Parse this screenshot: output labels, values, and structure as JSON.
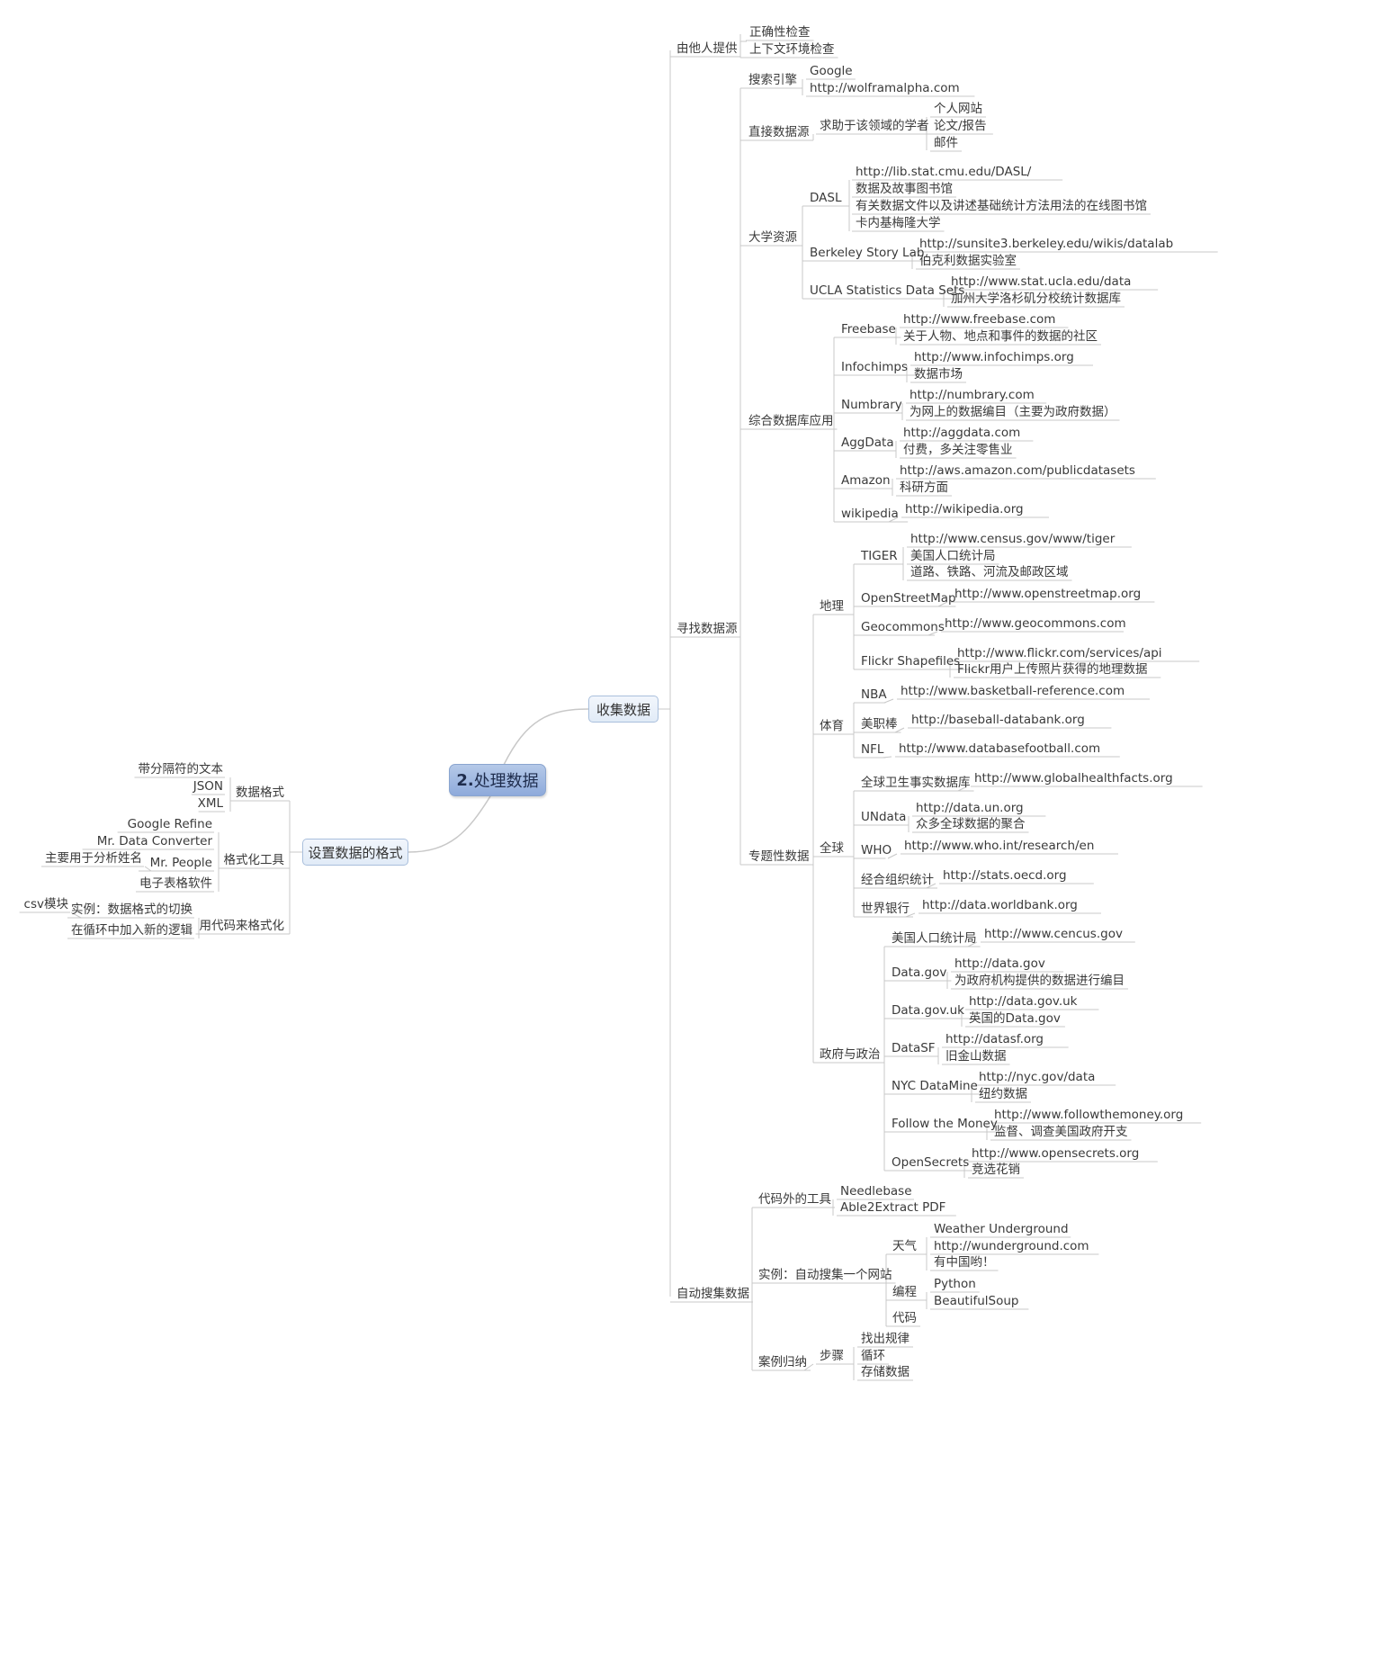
{
  "root": {
    "number": "2.",
    "title": "处理数据"
  },
  "branches": {
    "collect": "收集数据",
    "format": "设置数据的格式"
  },
  "collect": {
    "others": {
      "label": "由他人提供",
      "items": [
        "正确性检查",
        "上下文环境检查"
      ]
    },
    "find": {
      "label": "寻找数据源",
      "search": {
        "label": "搜索引擎",
        "items": [
          "Google",
          "http://wolframalpha.com"
        ]
      },
      "direct": {
        "label": "直接数据源",
        "ask": "求助于该领域的学者",
        "items": [
          "个人网站",
          "论文/报告",
          "邮件"
        ]
      },
      "univ": {
        "label": "大学资源",
        "dasl": {
          "label": "DASL",
          "items": [
            "http://lib.stat.cmu.edu/DASL/",
            "数据及故事图书馆",
            "有关数据文件以及讲述基础统计方法用法的在线图书馆",
            "卡内基梅隆大学"
          ]
        },
        "berkeley": {
          "label": "Berkeley Story Lab",
          "items": [
            "http://sunsite3.berkeley.edu/wikis/datalab",
            "伯克利数据实验室"
          ]
        },
        "ucla": {
          "label": "UCLA Statistics Data Sets",
          "items": [
            "http://www.stat.ucla.edu/data",
            "加州大学洛杉矶分校统计数据库"
          ]
        }
      },
      "general": {
        "label": "综合数据库应用",
        "freebase": {
          "label": "Freebase",
          "items": [
            "http://www.freebase.com",
            "关于人物、地点和事件的数据的社区"
          ]
        },
        "infochimps": {
          "label": "Infochimps",
          "items": [
            "http://www.infochimps.org",
            "数据市场"
          ]
        },
        "numbrary": {
          "label": "Numbrary",
          "items": [
            "http://numbrary.com",
            "为网上的数据编目（主要为政府数据）"
          ]
        },
        "aggdata": {
          "label": "AggData",
          "items": [
            "http://aggdata.com",
            "付费，多关注零售业"
          ]
        },
        "amazon": {
          "label": "Amazon",
          "items": [
            "http://aws.amazon.com/publicdatasets",
            "科研方面"
          ]
        },
        "wikipedia": {
          "label": "wikipedia",
          "items": [
            "http://wikipedia.org"
          ]
        }
      },
      "topic": {
        "label": "专题性数据",
        "geo": {
          "label": "地理",
          "tiger": {
            "label": "TIGER",
            "items": [
              "http://www.census.gov/www/tiger",
              "美国人口统计局",
              "道路、铁路、河流及邮政区域"
            ]
          },
          "osm": {
            "label": "OpenStreetMap",
            "items": [
              "http://www.openstreetmap.org"
            ]
          },
          "geocommons": {
            "label": "Geocommons",
            "items": [
              "http://www.geocommons.com"
            ]
          },
          "flickr": {
            "label": "Flickr Shapefiles",
            "items": [
              "http://www.flickr.com/services/api",
              "Flickr用户上传照片获得的地理数据"
            ]
          }
        },
        "sports": {
          "label": "体育",
          "nba": {
            "label": "NBA",
            "items": [
              "http://www.basketball-reference.com"
            ]
          },
          "mlb": {
            "label": "美职棒",
            "items": [
              "http://baseball-databank.org"
            ]
          },
          "nfl": {
            "label": "NFL",
            "items": [
              "http://www.databasefootball.com"
            ]
          }
        },
        "global": {
          "label": "全球",
          "ghf": {
            "label": "全球卫生事实数据库",
            "items": [
              "http://www.globalhealthfacts.org"
            ]
          },
          "undata": {
            "label": "UNdata",
            "items": [
              "http://data.un.org",
              "众多全球数据的聚合"
            ]
          },
          "who": {
            "label": "WHO",
            "items": [
              "http://www.who.int/research/en"
            ]
          },
          "oecd": {
            "label": "经合组织统计",
            "items": [
              "http://stats.oecd.org"
            ]
          },
          "wb": {
            "label": "世界银行",
            "items": [
              "http://data.worldbank.org"
            ]
          }
        },
        "gov": {
          "label": "政府与政治",
          "census": {
            "label": "美国人口统计局",
            "items": [
              "http://www.cencus.gov"
            ]
          },
          "datagov": {
            "label": "Data.gov",
            "items": [
              "http://data.gov",
              "为政府机构提供的数据进行编目"
            ]
          },
          "datagovuk": {
            "label": "Data.gov.uk",
            "items": [
              "http://data.gov.uk",
              "英国的Data.gov"
            ]
          },
          "datasf": {
            "label": "DataSF",
            "items": [
              "http://datasf.org",
              "旧金山数据"
            ]
          },
          "nyc": {
            "label": "NYC DataMine",
            "items": [
              "http://nyc.gov/data",
              "纽约数据"
            ]
          },
          "ftm": {
            "label": "Follow the Money",
            "items": [
              "http://www.followthemoney.org",
              "监督、调查美国政府开支"
            ]
          },
          "os": {
            "label": "OpenSecrets",
            "items": [
              "http://www.opensecrets.org",
              "竞选花销"
            ]
          }
        }
      }
    },
    "auto": {
      "label": "自动搜集数据",
      "tools": {
        "label": "代码外的工具",
        "items": [
          "Needlebase",
          "Able2Extract PDF"
        ]
      },
      "example": {
        "label": "实例：自动搜集一个网站",
        "weather": {
          "label": "天气",
          "items": [
            "Weather Underground",
            "http://wunderground.com",
            "有中国哟！"
          ]
        },
        "prog": {
          "label": "编程",
          "items": [
            "Python",
            "BeautifulSoup"
          ]
        },
        "code": {
          "label": "代码"
        }
      },
      "summary": {
        "label": "案例归纳",
        "steps": {
          "label": "步骤",
          "items": [
            "找出规律",
            "循环",
            "存储数据"
          ]
        }
      }
    }
  },
  "format": {
    "dataformat": {
      "label": "数据格式",
      "items": [
        "带分隔符的文本",
        "JSON",
        "XML"
      ]
    },
    "tools": {
      "label": "格式化工具",
      "items": [
        "Google Refine",
        "Mr. Data Converter",
        "Mr. People",
        "电子表格软件"
      ],
      "people_note": "主要用于分析姓名"
    },
    "code": {
      "label": "用代码来格式化",
      "example": "实例：数据格式的切换",
      "example_note": "csv模块",
      "loop": "在循环中加入新的逻辑"
    }
  }
}
